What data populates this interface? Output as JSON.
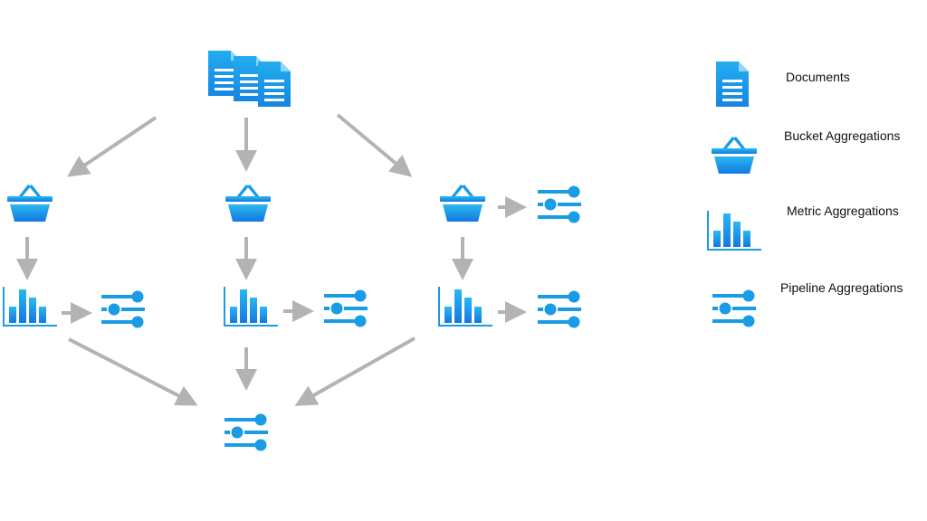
{
  "colors": {
    "icon_fill": "#1a9be6",
    "icon_gradient_light": "#27b7f0",
    "icon_gradient_dark": "#1478e0",
    "arrow": "#b3b3b3",
    "background": "#ffffff",
    "text": "#111111"
  },
  "legend": [
    {
      "icon": "document-icon",
      "label": "Documents"
    },
    {
      "icon": "basket-icon",
      "label": "Bucket Aggregations"
    },
    {
      "icon": "bar-chart-icon",
      "label": "Metric Aggregations"
    },
    {
      "icon": "sliders-icon",
      "label": "Pipeline Aggregations"
    }
  ]
}
